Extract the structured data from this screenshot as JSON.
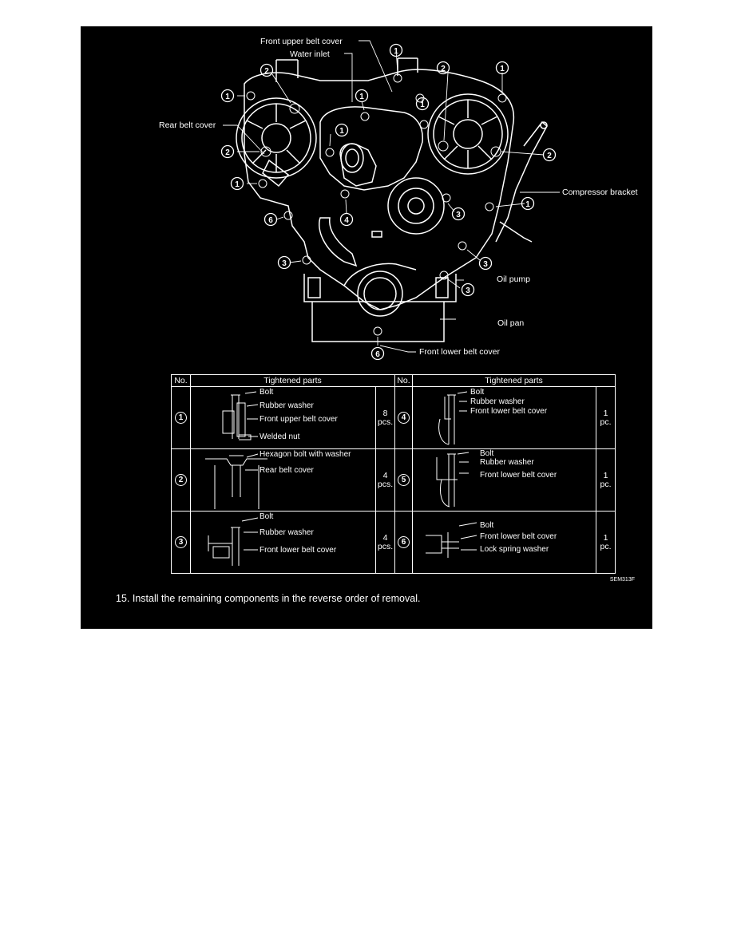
{
  "diagram": {
    "labels": {
      "front_upper_belt_cover": "Front upper belt cover",
      "water_inlet": "Water inlet",
      "rear_belt_cover": "Rear belt cover",
      "compressor_bracket": "Compressor bracket",
      "oil_pump": "Oil pump",
      "oil_pan": "Oil pan",
      "front_lower_belt_cover": "Front lower belt cover"
    },
    "bolt_markers": [
      "1",
      "1",
      "1",
      "1",
      "1",
      "1",
      "1",
      "1",
      "2",
      "2",
      "2",
      "2",
      "3",
      "3",
      "3",
      "3",
      "4",
      "6",
      "6"
    ]
  },
  "table": {
    "headers": {
      "no": "No.",
      "parts": "Tightened parts"
    },
    "rows": [
      {
        "no": "1",
        "qty_num": "8",
        "qty_unit": "pcs.",
        "labels": [
          "Bolt",
          "Rubber washer",
          "Front upper belt cover",
          "Welded nut"
        ]
      },
      {
        "no": "2",
        "qty_num": "4",
        "qty_unit": "pcs.",
        "labels": [
          "Hexagon bolt with washer",
          "Rear belt cover"
        ]
      },
      {
        "no": "3",
        "qty_num": "4",
        "qty_unit": "pcs.",
        "labels": [
          "Bolt",
          "Rubber washer",
          "Front lower belt cover"
        ]
      },
      {
        "no": "4",
        "qty_num": "1",
        "qty_unit": "pc.",
        "labels": [
          "Bolt",
          "Rubber washer",
          "Front lower belt cover"
        ]
      },
      {
        "no": "5",
        "qty_num": "1",
        "qty_unit": "pc.",
        "labels": [
          "Bolt",
          "Rubber washer",
          "Front lower belt cover"
        ]
      },
      {
        "no": "6",
        "qty_num": "1",
        "qty_unit": "pc.",
        "labels": [
          "Bolt",
          "Front lower belt cover",
          "Lock spring washer"
        ]
      }
    ]
  },
  "ref_code": "SEM313F",
  "step": {
    "text": "15.  Install the remaining components in the reverse order of removal."
  },
  "colors": {
    "panel_background": "#000000",
    "line": "#ffffff",
    "page_background": "#ffffff"
  }
}
